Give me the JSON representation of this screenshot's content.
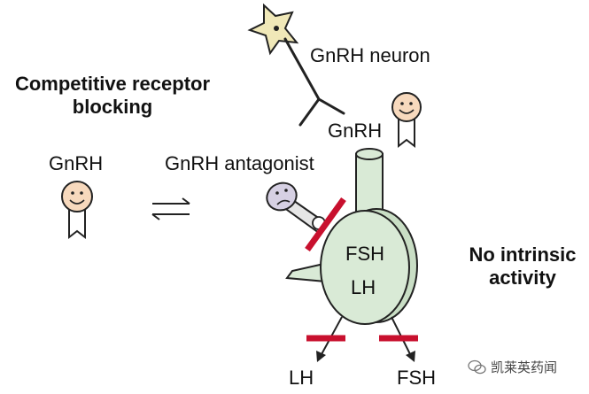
{
  "heading_left": [
    "Competitive receptor",
    "blocking"
  ],
  "label_gnrh_left": "GnRH",
  "label_antagonist": "GnRH antagonist",
  "label_neuron": "GnRH neuron",
  "label_gnrh_right": "GnRH",
  "cell_labels": [
    "FSH",
    "LH"
  ],
  "heading_right": [
    "No intrinsic",
    "activity"
  ],
  "output_lh": "LH",
  "output_fsh": "FSH",
  "watermark": "凯莱英药闻",
  "colors": {
    "cell_fill": "#d9ead6",
    "stroke": "#222222",
    "block_red": "#c8102e",
    "face_fill": "#f7d9bd",
    "sad_face_fill": "#d6d0e3",
    "neuron_fill": "#f0e8b8"
  }
}
